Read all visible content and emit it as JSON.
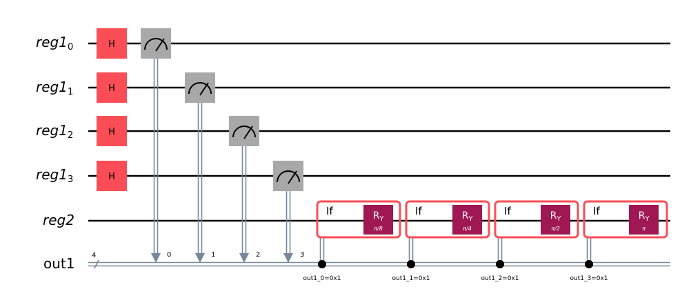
{
  "registers": [
    {
      "name": "reg1",
      "sub": "0"
    },
    {
      "name": "reg1",
      "sub": "1"
    },
    {
      "name": "reg1",
      "sub": "2"
    },
    {
      "name": "reg1",
      "sub": "3"
    },
    {
      "name": "reg2",
      "sub": ""
    }
  ],
  "classical_register": {
    "name": "out1",
    "width": "4"
  },
  "gates": {
    "hadamard": "H"
  },
  "measure_bits": [
    "0",
    "1",
    "2",
    "3"
  ],
  "if_blocks": [
    {
      "label": "If",
      "gate": "R",
      "gate_sub": "Y",
      "param": "π/8",
      "condition": "out1_0=0x1"
    },
    {
      "label": "If",
      "gate": "R",
      "gate_sub": "Y",
      "param": "π/4",
      "condition": "out1_1=0x1"
    },
    {
      "label": "If",
      "gate": "R",
      "gate_sub": "Y",
      "param": "π/2",
      "condition": "out1_2=0x1"
    },
    {
      "label": "If",
      "gate": "R",
      "gate_sub": "Y",
      "param": "π",
      "condition": "out1_3=0x1"
    }
  ],
  "colors": {
    "hadamard": "#fa4d56",
    "measure": "#a8a8a8",
    "classical_wire": "#778899",
    "if_box": "#fa4d56",
    "ry_gate": "#9f1853",
    "wire": "#000000"
  }
}
